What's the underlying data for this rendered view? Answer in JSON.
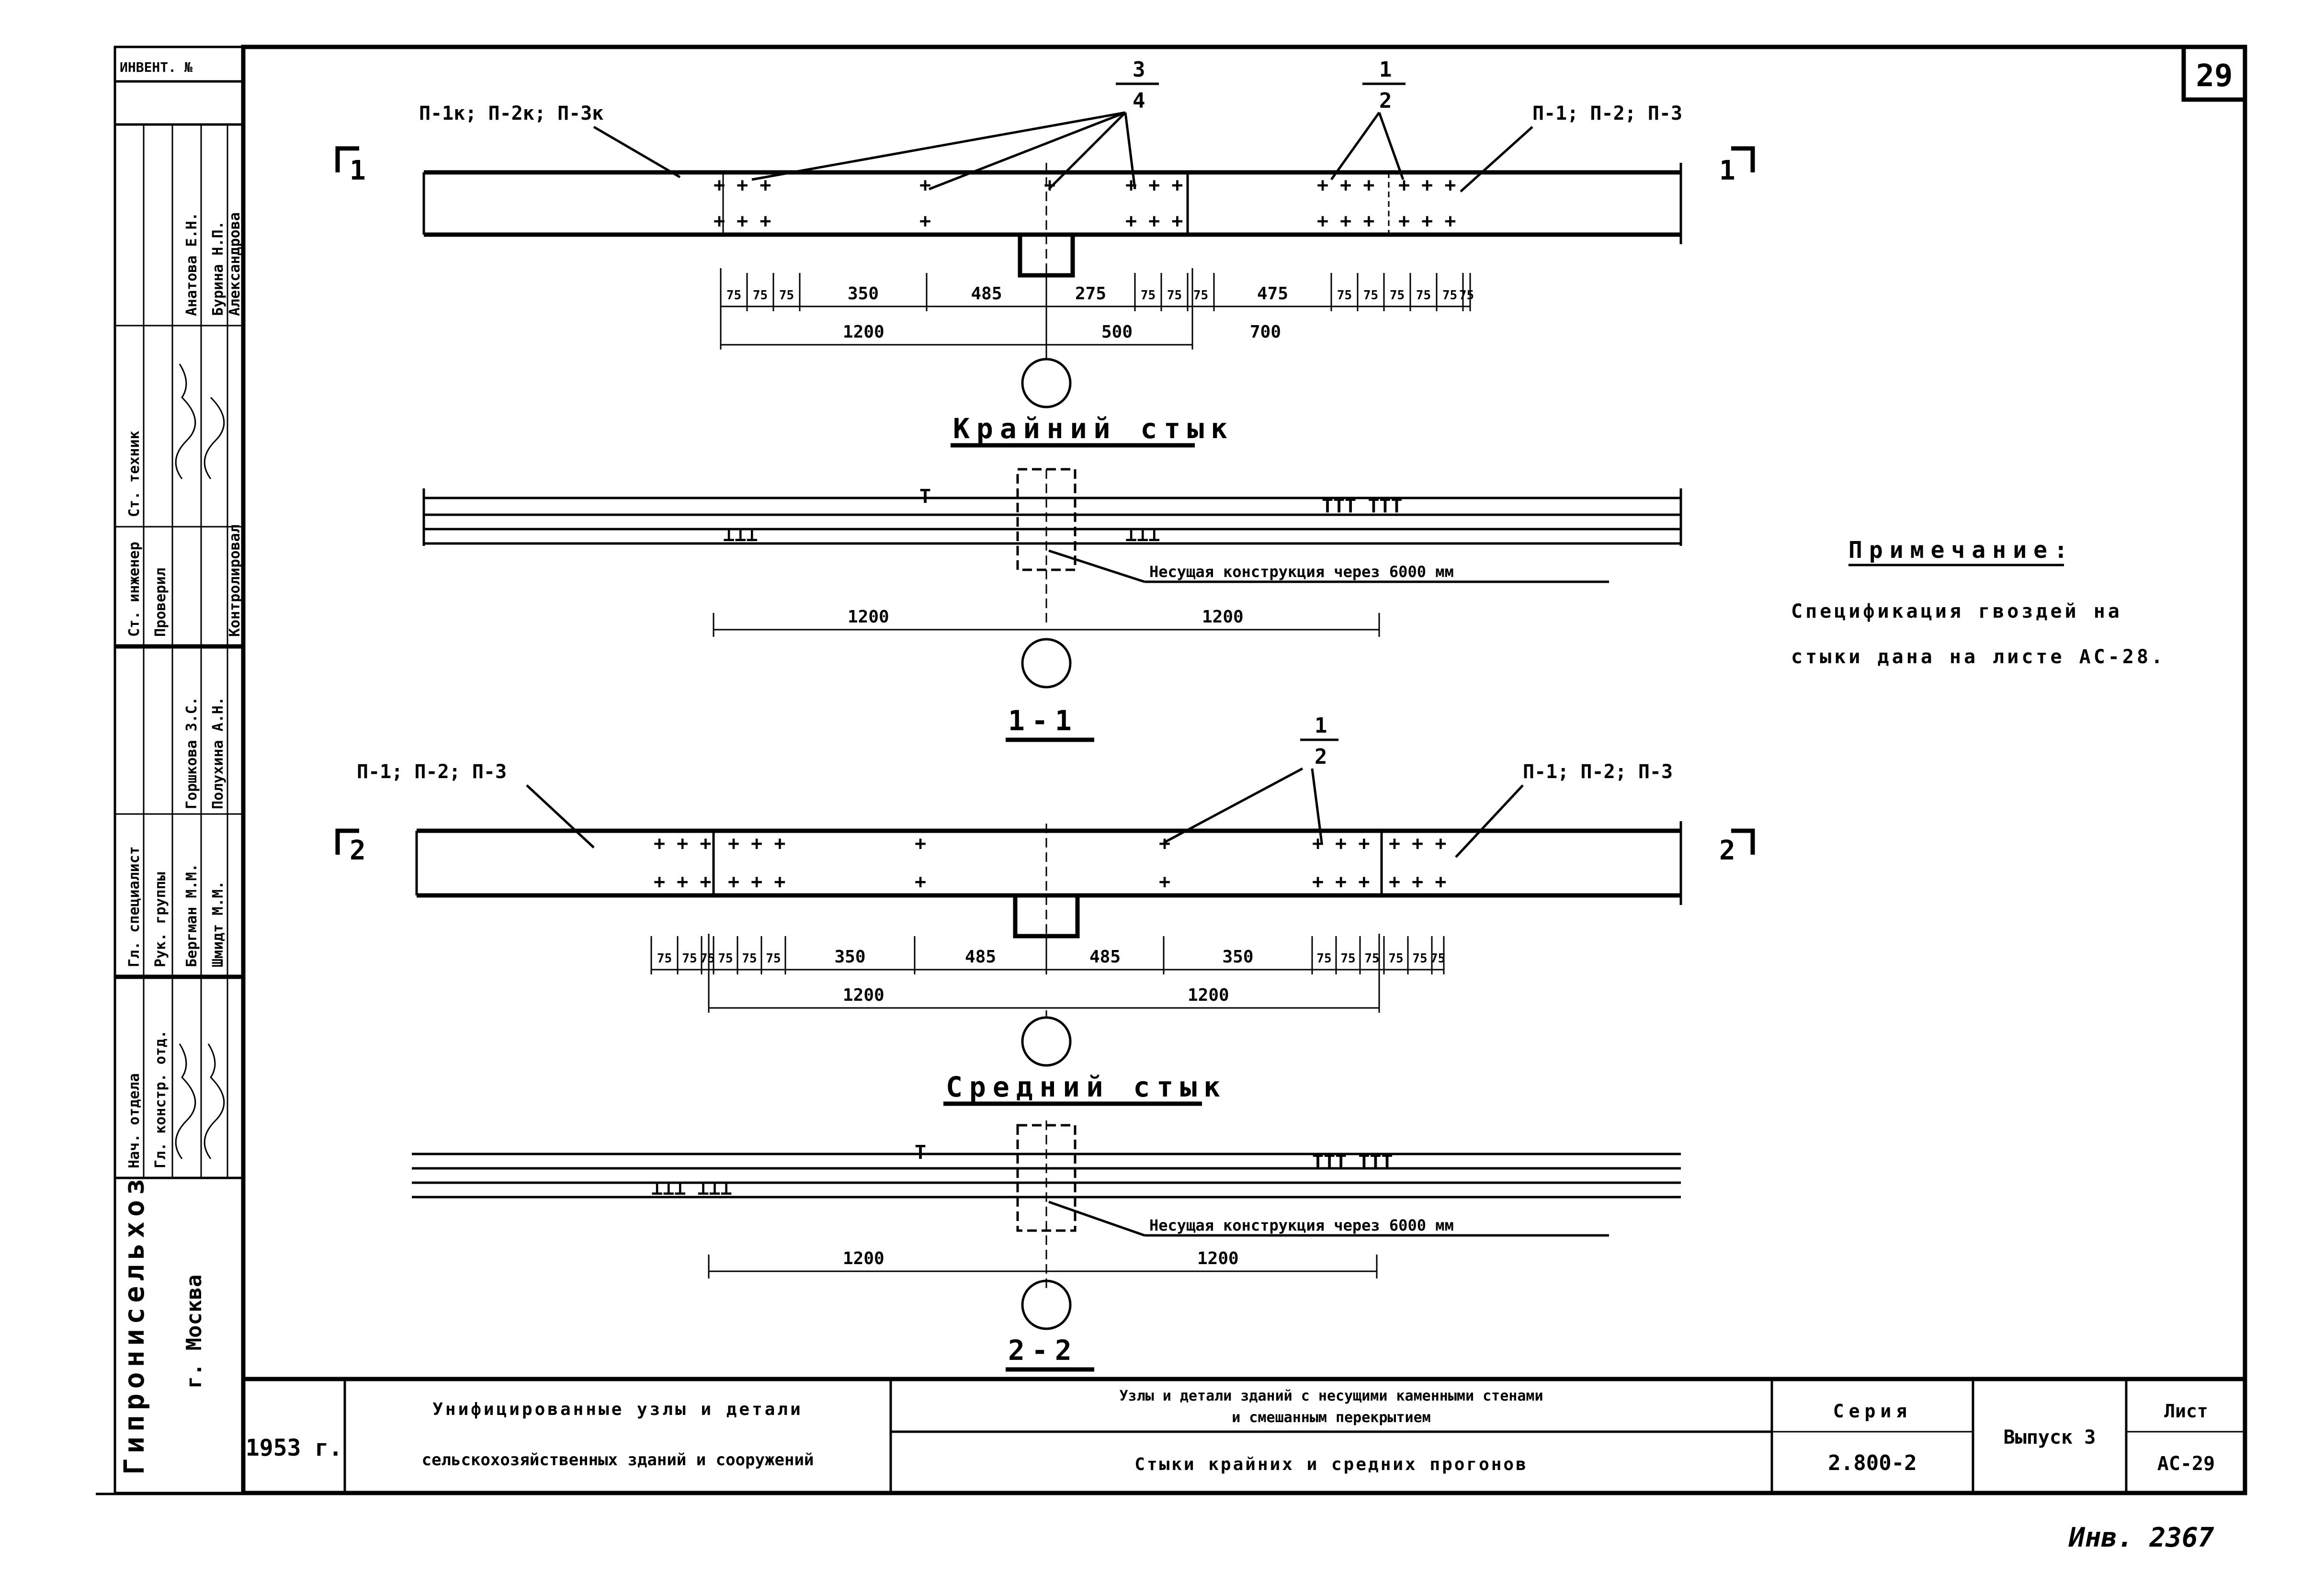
{
  "page_number": "29",
  "stamp": {
    "inv_label": "ИНВЕНТ. №",
    "roles": [
      "Нач. отдела",
      "Гл. констр. отд.",
      "Гл. специалист",
      "Рук. группы",
      "Ст. инженер",
      "Ст. техник",
      "Проверил"
    ],
    "names": [
      "Бергман М.М.",
      "Шмидт М.М.",
      "Горшкова З.С.",
      "Полухина А.Н.",
      "Анатова Е.Н.",
      "Бурина Н.П.",
      "Анатова Е.Н."
    ],
    "controlled_label": "Контролировал",
    "controller": "Александрова",
    "organization": "Гипронисельхоз",
    "city": "г. Москва"
  },
  "section1_marks": {
    "a": "1",
    "b": "1"
  },
  "section2_marks": {
    "a": "2",
    "b": "2"
  },
  "beam1": {
    "left_tag": "П-1к; П-2к; П-3к",
    "right_tag": "П-1; П-2; П-3",
    "callout_34_top": "3",
    "callout_34_bottom": "4",
    "callout_12_top": "1",
    "callout_12_bottom": "2",
    "dims_row1": [
      "75",
      "75",
      "75",
      "350",
      "485",
      "275",
      "75",
      "75",
      "75",
      "475",
      "75",
      "75",
      "75",
      "75",
      "75",
      "75"
    ],
    "dims_row2": [
      "1200",
      "500",
      "700"
    ]
  },
  "title1": "Крайний стык",
  "plan1": {
    "leader_label": "Несущая конструкция через 6000 мм",
    "dims": [
      "1200",
      "1200"
    ]
  },
  "section_label1": "1-1",
  "beam2": {
    "left_tag": "П-1; П-2; П-3",
    "right_tag": "П-1; П-2; П-3",
    "callout_top": "1",
    "callout_bottom": "2",
    "dims_row1": [
      "75",
      "75",
      "75",
      "75",
      "75",
      "75",
      "350",
      "485",
      "485",
      "350",
      "75",
      "75",
      "75",
      "75",
      "75",
      "75"
    ],
    "dims_row2": [
      "1200",
      "1200"
    ]
  },
  "title2": "Средний стык",
  "plan2": {
    "leader_label": "Несущая конструкция через 6000 мм",
    "dims": [
      "1200",
      "1200"
    ]
  },
  "section_label2": "2-2",
  "note_title": "Примечание:",
  "note_lines": [
    "Спецификация гвоздей на",
    "стыки дана на листе АС-28."
  ],
  "footer": {
    "year": "1953 г.",
    "series_title_1": "Унифицированные узлы и детали",
    "series_title_2": "сельскохозяйственных зданий и сооружений",
    "doc_title_1": "Узлы и детали зданий с несущими каменными стенами",
    "doc_title_2": "и смешанным перекрытием",
    "sheet_title": "Стыки крайних и средних прогонов",
    "series_label": "Серия",
    "series_value": "2.800-2",
    "issue_label": "Выпуск 3",
    "sheet_label": "Лист",
    "sheet_value": "АС-29"
  },
  "inventory_mark": "Инв. 2367"
}
